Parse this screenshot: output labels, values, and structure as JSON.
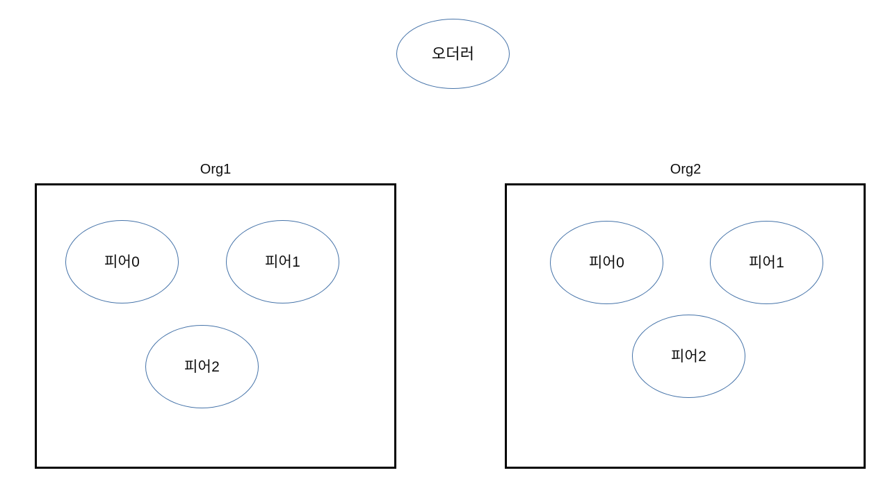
{
  "diagram": {
    "type": "blockchain-network-topology",
    "background_color": "#ffffff",
    "ellipse_stroke_color": "#4472a8",
    "box_stroke_color": "#000000",
    "text_color": "#0d0d0d"
  },
  "orderer": {
    "label": "오더러",
    "shape": "ellipse"
  },
  "organizations": [
    {
      "title": "Org1",
      "peers": [
        {
          "label": "피어0"
        },
        {
          "label": "피어1"
        },
        {
          "label": "피어2"
        }
      ]
    },
    {
      "title": "Org2",
      "peers": [
        {
          "label": "피어0"
        },
        {
          "label": "피어1"
        },
        {
          "label": "피어2"
        }
      ]
    }
  ]
}
